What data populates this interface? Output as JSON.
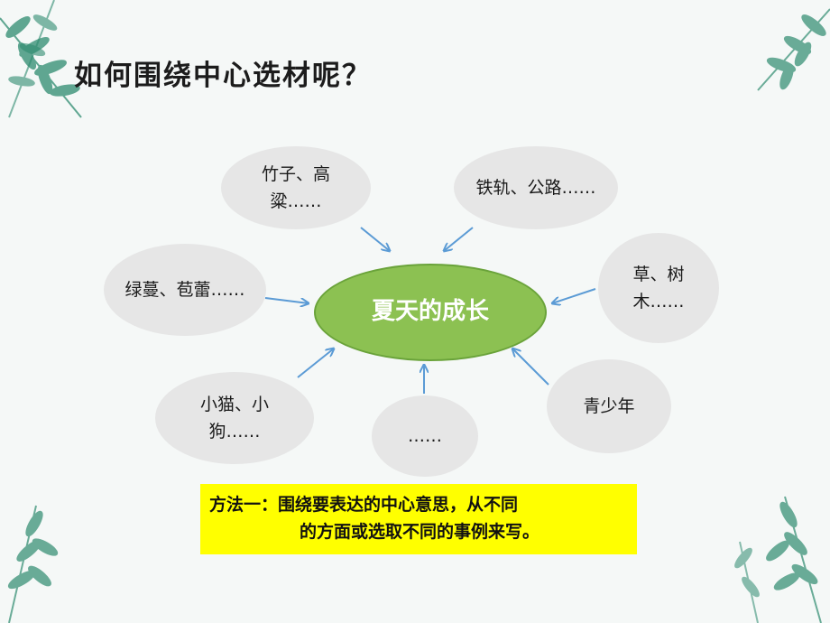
{
  "title": "如何围绕中心选材呢？",
  "center": "夏天的成长",
  "bubbles": {
    "bamboo": "竹子、高粱……",
    "rail": "铁轨、公路……",
    "vine": "绿蔓、苞蕾……",
    "grass": "草、树木……",
    "kitten": "小猫、小狗……",
    "etc": "……",
    "youth": "青少年"
  },
  "method": {
    "line1": "方法一：围绕要表达的中心意思，从不同",
    "line2": "的方面或选取不同的事例来写。"
  },
  "colors": {
    "center_fill": "#8cc152",
    "bubble_fill": "#e6e6e6",
    "arrow": "#5b9bd5",
    "highlight": "#ffff00",
    "leaf": "#2e8b6f"
  }
}
